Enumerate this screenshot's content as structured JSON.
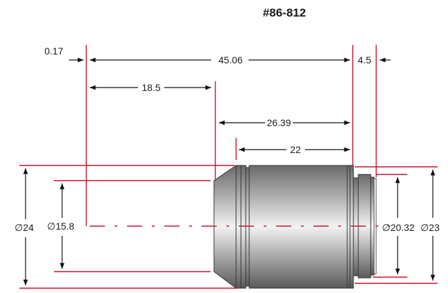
{
  "title": "#86-812",
  "dimensions": {
    "offset": "0.17",
    "overall_length": "45.06",
    "rear_length": "4.5",
    "front_length": "18.5",
    "body_length": "26.39",
    "barrel_length": "22",
    "outer_diameter": "∅24",
    "front_diameter": "∅15.8",
    "thread_diameter": "∅20.32",
    "rear_diameter": "∅23"
  },
  "colors": {
    "dimension_lines": "#c8102e",
    "arrows": "#111111"
  }
}
